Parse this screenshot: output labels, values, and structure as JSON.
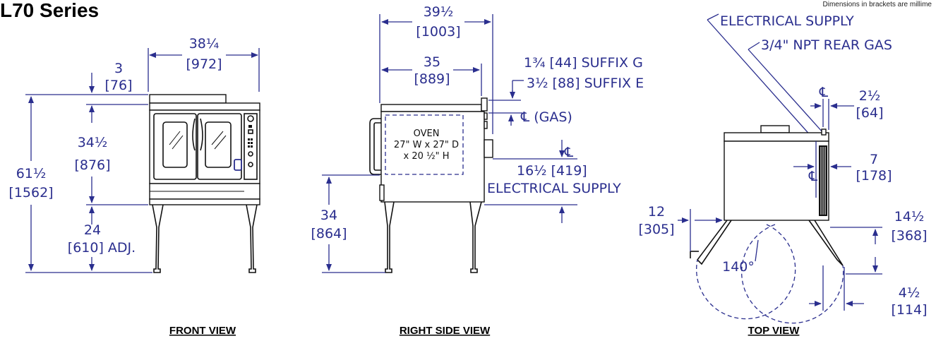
{
  "header": {
    "title": "L70 Series",
    "note": "Dimensions in brackets are millime"
  },
  "captions": {
    "front": "FRONT VIEW",
    "side": "RIGHT SIDE VIEW",
    "top": "TOP VIEW"
  },
  "front": {
    "width_in": "38¼",
    "width_mm": "[972]",
    "top_in": "3",
    "top_mm": "[76]",
    "body_in": "34½",
    "body_mm": "[876]",
    "total_in": "61½",
    "total_mm": "[1562]",
    "legs_in": "24",
    "legs_mm": "[610] ADJ."
  },
  "side": {
    "depth_in": "39½",
    "depth_mm": "[1003]",
    "body_in": "35",
    "body_mm": "[889]",
    "suffix_g": "1¾  [44]  SUFFIX G",
    "suffix_e": "3½  [88]  SUFFIX E",
    "cl_gas": "℄  (GAS)",
    "cl_symbol": "℄",
    "oven_line1": "OVEN",
    "oven_line2": "27\" W x 27\" D",
    "oven_line3": "x 20 ½\" H",
    "elec_dim": "16½  [419]",
    "elec_label": "ELECTRICAL SUPPLY",
    "floor_in": "34",
    "floor_mm": "[864]"
  },
  "top": {
    "electrical_supply": "ELECTRICAL SUPPLY",
    "gas_label": "3/4\" NPT REAR GAS",
    "cl_symbol": "℄",
    "offset_in": "2½",
    "offset_mm": "[64]",
    "side_in": "7",
    "side_mm": "[178]",
    "clear_in": "12",
    "clear_mm": "[305]",
    "door_in": "14½",
    "door_mm": "[368]",
    "swing_angle": "140°",
    "bottom_in": "4½",
    "bottom_mm": "[114]"
  }
}
